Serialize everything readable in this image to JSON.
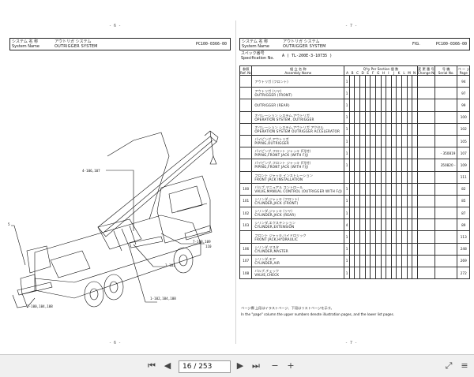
{
  "left_page": {
    "top_page_num": "- 6 -",
    "bottom_page_num": "- 6 -",
    "header": {
      "label_jp": "システム 名 称",
      "label_en": "System    Name",
      "value_jp": "アウトリガ システム",
      "value_en": "OUTRIGGER SYSTEM",
      "doc_id": "PC100-0366-00"
    },
    "callouts": [
      "4-106,107",
      "5",
      "7-108,109",
      "110",
      "3-101",
      "1-102,104,108",
      "2-100,104,108"
    ]
  },
  "right_page": {
    "top_page_num": "- 7 -",
    "bottom_page_num": "- 7 -",
    "header": {
      "label_jp": "システム 名 称",
      "label_en": "System    Name",
      "value_jp": "アウトリガ システム",
      "value_en": "OUTRIGGER SYSTEM",
      "fig_label": "FIG.",
      "doc_id": "PC100-0366-00",
      "spec_jp": "スペック番号",
      "spec_en": "Specification  No.",
      "spec_value": "A  ( TL-200E-3-10735 )"
    },
    "columns": {
      "ref_jp": "参照",
      "ref_en": "Ref. No.",
      "name_jp": "組 立 名 称",
      "name_en": "Assembly    Name",
      "qty_jp": "Q'ty Per Section",
      "qty_jp2": "個 数",
      "sections": [
        "A",
        "B",
        "C",
        "D",
        "E",
        "F",
        "G",
        "H",
        "I",
        "J",
        "K",
        "L",
        "M",
        "N"
      ],
      "change_jp": "変 更 番 号",
      "change_en": "Change No.",
      "serial_jp": "号 機",
      "serial_en": "Serial No.",
      "page_jp": "ペ ー ジ",
      "page_en": "Page"
    },
    "rows": [
      {
        "ref": "",
        "jp": "アウトリガ (フロント)",
        "en": "",
        "qty": "1",
        "change": "",
        "serial": "",
        "page": "94"
      },
      {
        "ref": "",
        "jp": "アウトリガ (リヤ)",
        "en": "OUTRIGGER (FRONT)",
        "qty": "1",
        "change": "",
        "serial": "",
        "page": "97"
      },
      {
        "ref": "",
        "jp": "",
        "en": "OUTRIGGER (REAR)",
        "qty": "1",
        "change": "",
        "serial": "",
        "page": "99"
      },
      {
        "ref": "",
        "jp": "オペレーション システム,アウトリガ",
        "en": "OPERATION SYSTEM, OUTRIGGER",
        "qty": "1",
        "change": "",
        "serial": "",
        "page": "100"
      },
      {
        "ref": "",
        "jp": "オペレーション システム,アウトリガ アクセル",
        "en": "OPERATION SYSTEM OUTRIGGER ACCELERATOR",
        "qty": "1",
        "change": "",
        "serial": "",
        "page": "102"
      },
      {
        "ref": "",
        "jp": "パイピング,アウトリガ",
        "en": "PIPING,OUTRIGGER",
        "qty": "1",
        "change": "",
        "serial": "",
        "page": "105"
      },
      {
        "ref": "",
        "jp": "パイピング,フロント ジャッキ (F/J付)",
        "en": "PIPING,FRONT JACK (WITH F/J)",
        "qty": "1",
        "change": "",
        "serial": "- 350819",
        "page": "107"
      },
      {
        "ref": "",
        "jp": "パイピング,フロント ジャッキ (F/J付)",
        "en": "PIPING,FRONT JACK (WITH F/J)",
        "qty": "1",
        "change": "",
        "serial": "350820 -",
        "page": "109"
      },
      {
        "ref": "",
        "jp": "フロント ジャッキ インストレーション",
        "en": "FRONT JACK INSTALLATION",
        "qty": "",
        "change": "",
        "serial": "",
        "page": "111"
      },
      {
        "ref": "100",
        "jp": "バルブ,マニュアル コントロール",
        "en": "VALVE,MANUAL CONTROL (OUTRIGGER WITH F/J)",
        "qty": "1",
        "change": "",
        "serial": "",
        "page": "82"
      },
      {
        "ref": "101",
        "jp": "シリンダ,ジャッキ (フロント)",
        "en": "CYLINDER,JACK (FRONT)",
        "qty": "1",
        "change": "",
        "serial": "",
        "page": "85"
      },
      {
        "ref": "102",
        "jp": "シリンダ,ジャッキ (リヤ)",
        "en": "CYLINDER,JACK (REAR)",
        "qty": "1",
        "change": "",
        "serial": "",
        "page": "87"
      },
      {
        "ref": "103",
        "jp": "シリンダ,エクステンション",
        "en": "CYLINDER,EXTENSION",
        "qty": "4",
        "change": "",
        "serial": "",
        "page": "89"
      },
      {
        "ref": "",
        "jp": "フロント ジャッキ,ハイドロリック",
        "en": "FRONT JACK,HYDRAULIC",
        "qty": "1",
        "change": "",
        "serial": "",
        "page": "113"
      },
      {
        "ref": "106",
        "jp": "シリンダ,マスタ",
        "en": "CYLINDER,MASTER",
        "qty": "1",
        "change": "",
        "serial": "",
        "page": "248"
      },
      {
        "ref": "107",
        "jp": "シリンダ,エア",
        "en": "CYLINDER,AIR",
        "qty": "1",
        "change": "",
        "serial": "",
        "page": "269"
      },
      {
        "ref": "108",
        "jp": "バルブ,チェック",
        "en": "VALVE,CHECK",
        "qty": "1",
        "change": "",
        "serial": "",
        "page": "272"
      }
    ],
    "note_jp": "ページ欄  上段はイラストページ、下段はリストページを示す。",
    "note_en": "In the \"page\" column the upper numbers denote illustration pages, and the lower list pages."
  },
  "toolbar": {
    "first_label": "⏮",
    "prev_label": "◀",
    "page_value": "16 / 253",
    "next_label": "▶",
    "last_label": "⏭",
    "zoom_out_label": "−",
    "zoom_in_label": "+",
    "fit_label": "⤢",
    "menu_label": "≡"
  }
}
